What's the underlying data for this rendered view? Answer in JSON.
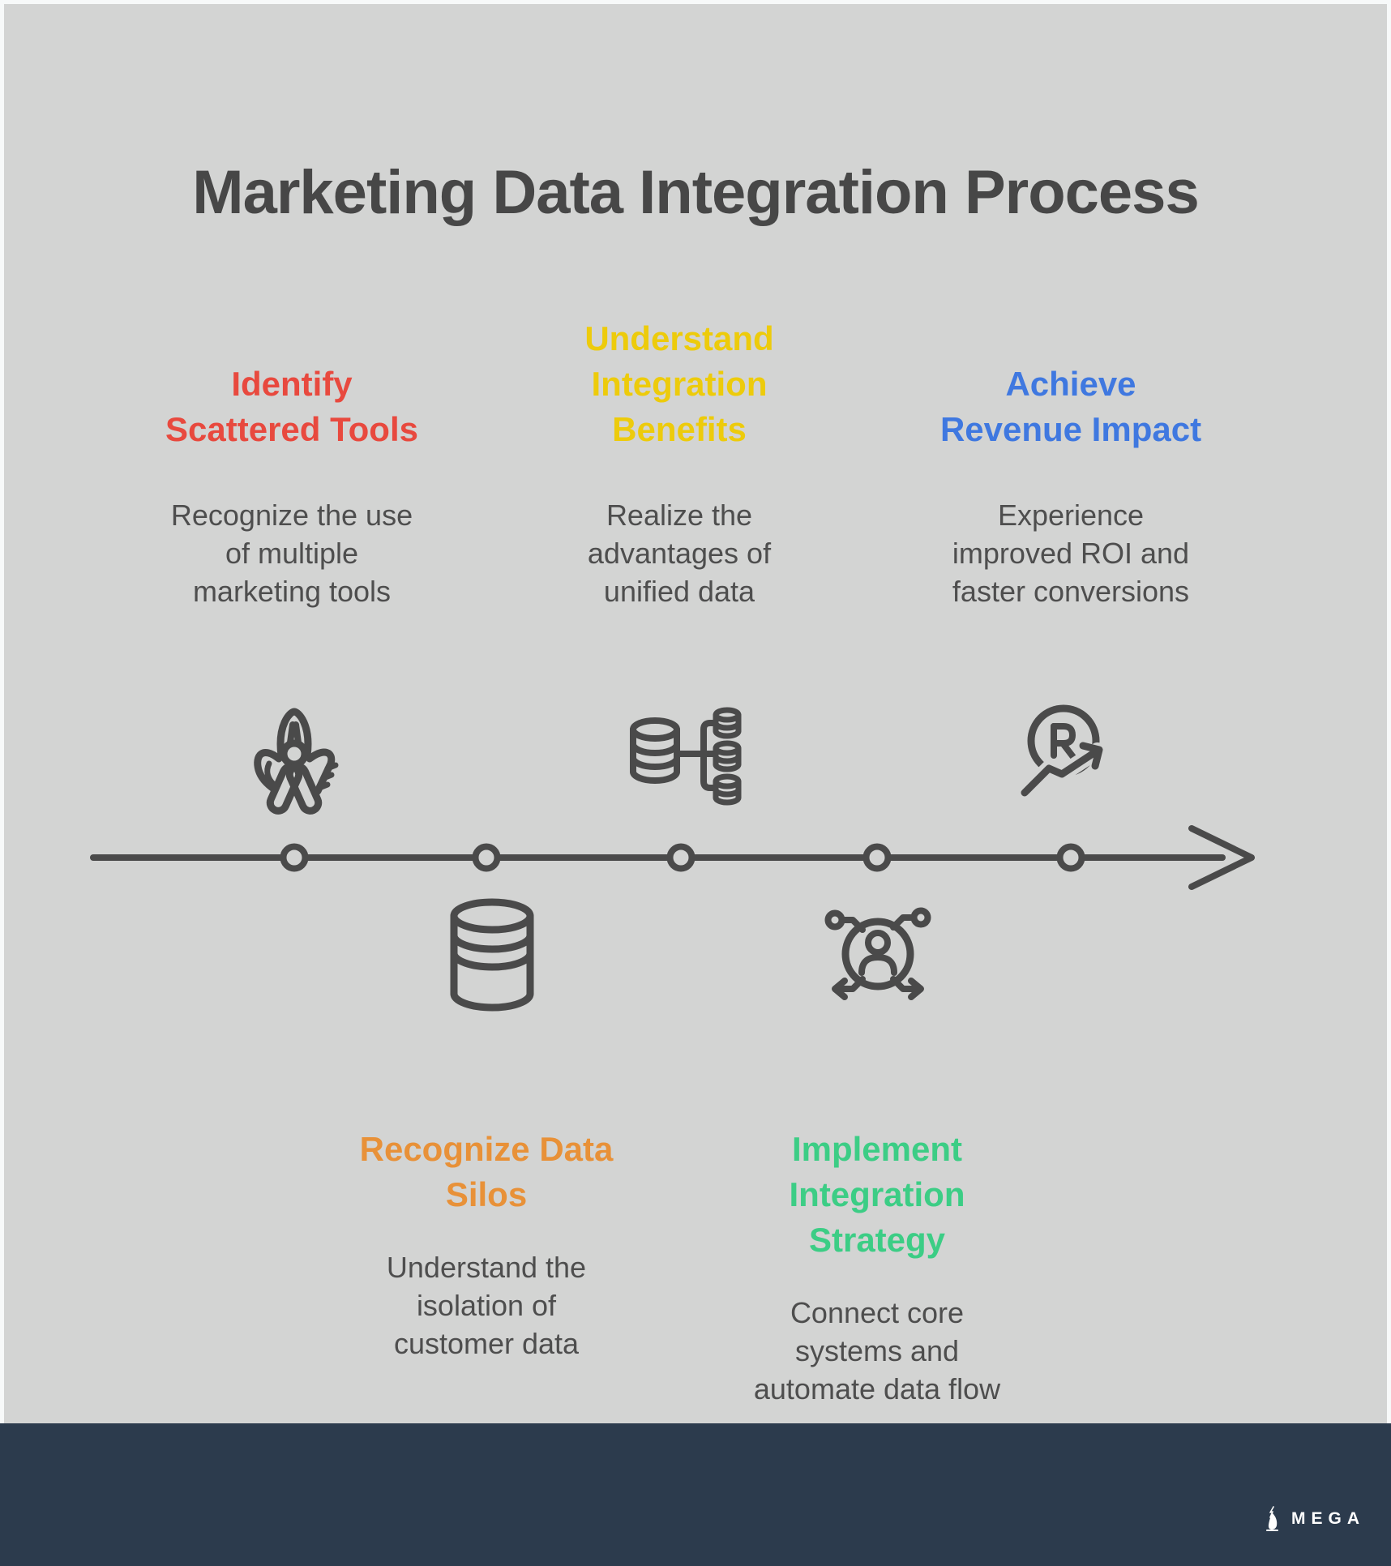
{
  "title": "Marketing Data Integration Process",
  "steps": [
    {
      "heading": "Identify\nScattered Tools",
      "body": "Recognize the use\nof multiple\nmarketing tools",
      "color": "#e8493e",
      "icon": "multi-tool",
      "position": "above-line"
    },
    {
      "heading": "Recognize Data\nSilos",
      "body": "Understand the\nisolation of\ncustomer data",
      "color": "#e89138",
      "icon": "database",
      "position": "below-line"
    },
    {
      "heading": "Understand\nIntegration\nBenefits",
      "body": "Realize the\nadvantages of\nunified data",
      "color": "#edcb0b",
      "icon": "data-distribution",
      "position": "above-line"
    },
    {
      "heading": "Implement\nIntegration\nStrategy",
      "body": "Connect core\nsystems and\nautomate data flow",
      "color": "#3ccd85",
      "icon": "connected-user",
      "position": "below-line"
    },
    {
      "heading": "Achieve\nRevenue Impact",
      "body": "Experience\nimproved ROI and\nfaster conversions",
      "color": "#3f78e0",
      "icon": "roi-growth",
      "position": "above-line"
    }
  ],
  "timeline": {
    "node_count": 5,
    "line_color": "#4a4a4a",
    "node_fill": "#d3d4d3"
  },
  "colors": {
    "background": "#d3d4d3",
    "page_border": "#f7f9f9",
    "title_text": "#474747",
    "body_text": "#4e4e4e",
    "footer_bar": "#2c3b4d"
  },
  "footer": {
    "brand": "MEGA"
  }
}
